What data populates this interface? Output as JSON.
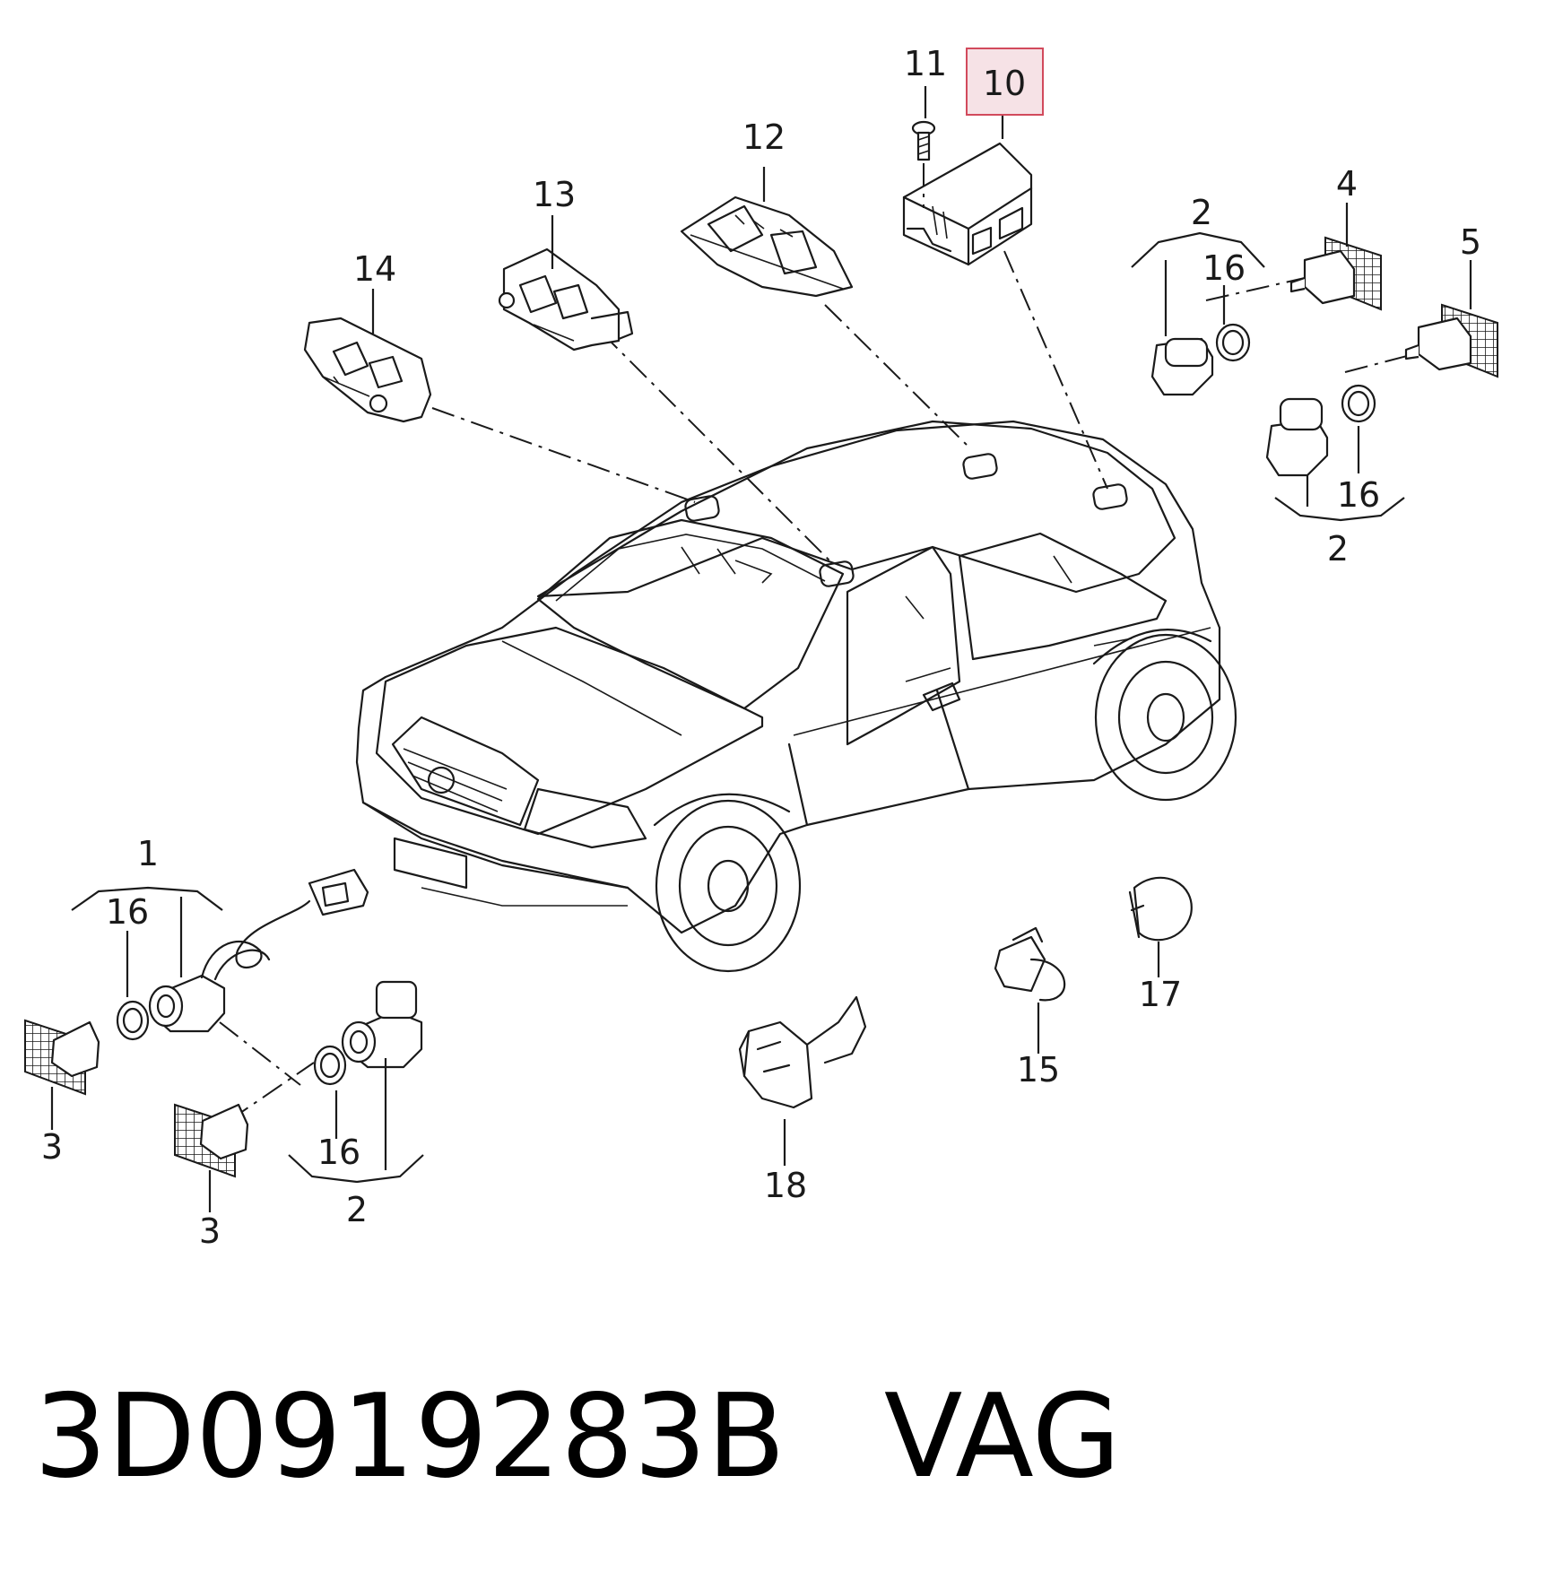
{
  "callouts": {
    "c1": "1",
    "c2a": "2",
    "c2b": "2",
    "c2c": "2",
    "c3a": "3",
    "c3b": "3",
    "c4": "4",
    "c5": "5",
    "c10": "10",
    "c11": "11",
    "c12": "12",
    "c13": "13",
    "c14": "14",
    "c15": "15",
    "c16a": "16",
    "c16b": "16",
    "c16c": "16",
    "c16d": "16",
    "c17": "17",
    "c18": "18"
  },
  "highlighted_callout": "10",
  "caption": {
    "part_number": "3D0919283B",
    "brand": "VAG"
  },
  "colors": {
    "line": "#1a1a1a",
    "highlight_fill": "#f6e2e6",
    "highlight_stroke": "#d24a5c",
    "background": "#ffffff"
  }
}
